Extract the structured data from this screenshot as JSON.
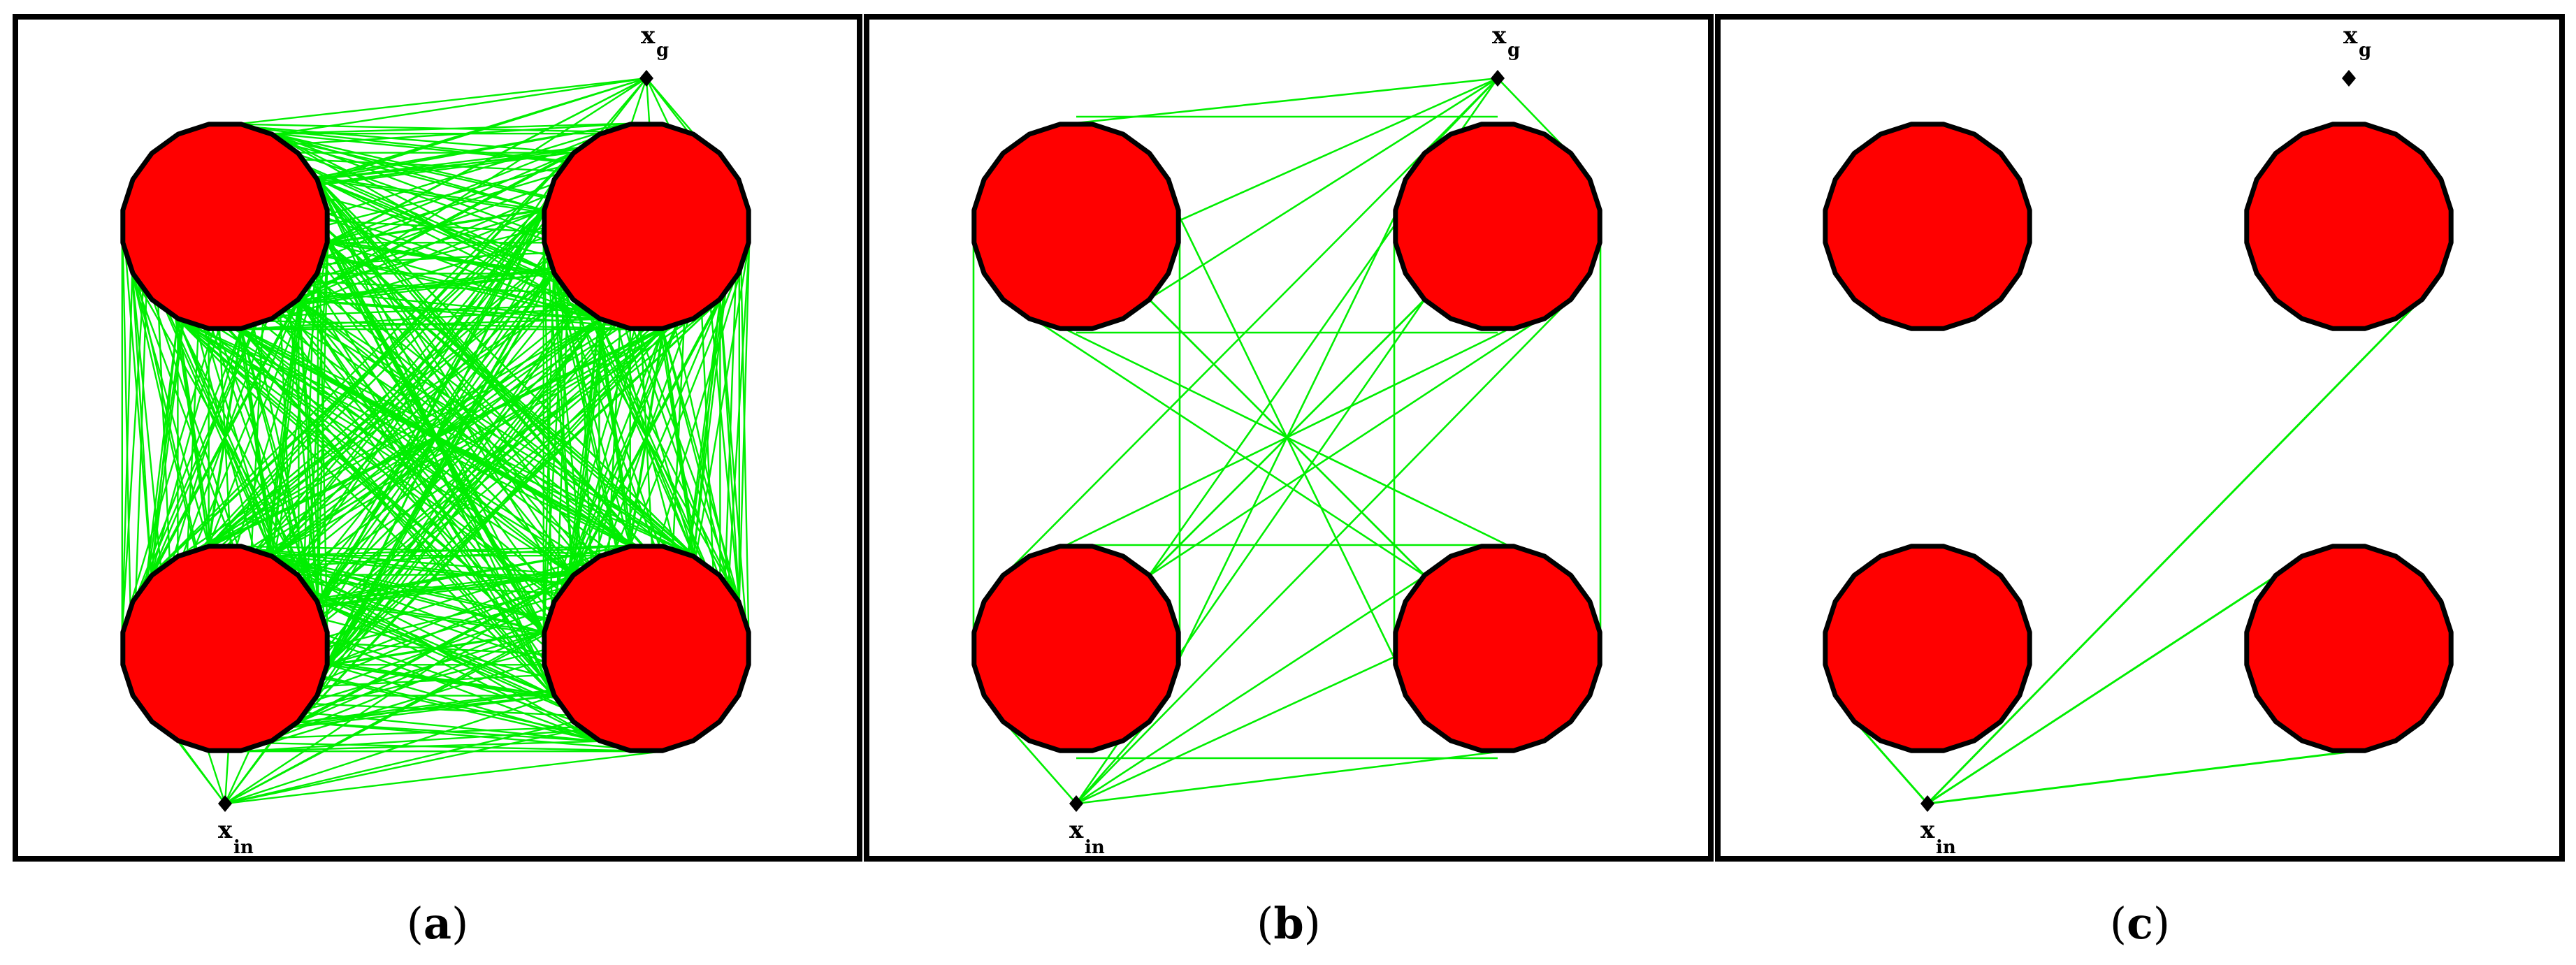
{
  "panels": [
    {
      "id": "a",
      "caption_open": "(",
      "caption_letter": "a",
      "caption_close": ")",
      "graph": "dense",
      "goal_label": "x",
      "goal_sub": "g",
      "start_label": "x",
      "start_sub": "in",
      "goal_connected": true
    },
    {
      "id": "b",
      "caption_open": "(",
      "caption_letter": "b",
      "caption_close": ")",
      "graph": "sparse",
      "goal_label": "x",
      "goal_sub": "g",
      "start_label": "x",
      "start_sub": "in",
      "goal_connected": true
    },
    {
      "id": "c",
      "caption_open": "(",
      "caption_letter": "c",
      "caption_close": ")",
      "graph": "minimal",
      "goal_label": "x",
      "goal_sub": "g",
      "start_label": "x",
      "start_sub": "in",
      "goal_connected": false
    }
  ],
  "colors": {
    "obstacle_fill": "#ff0000",
    "obstacle_outline": "#000000",
    "edge": "#00ee00",
    "node": "#000000",
    "frame": "#000000"
  }
}
